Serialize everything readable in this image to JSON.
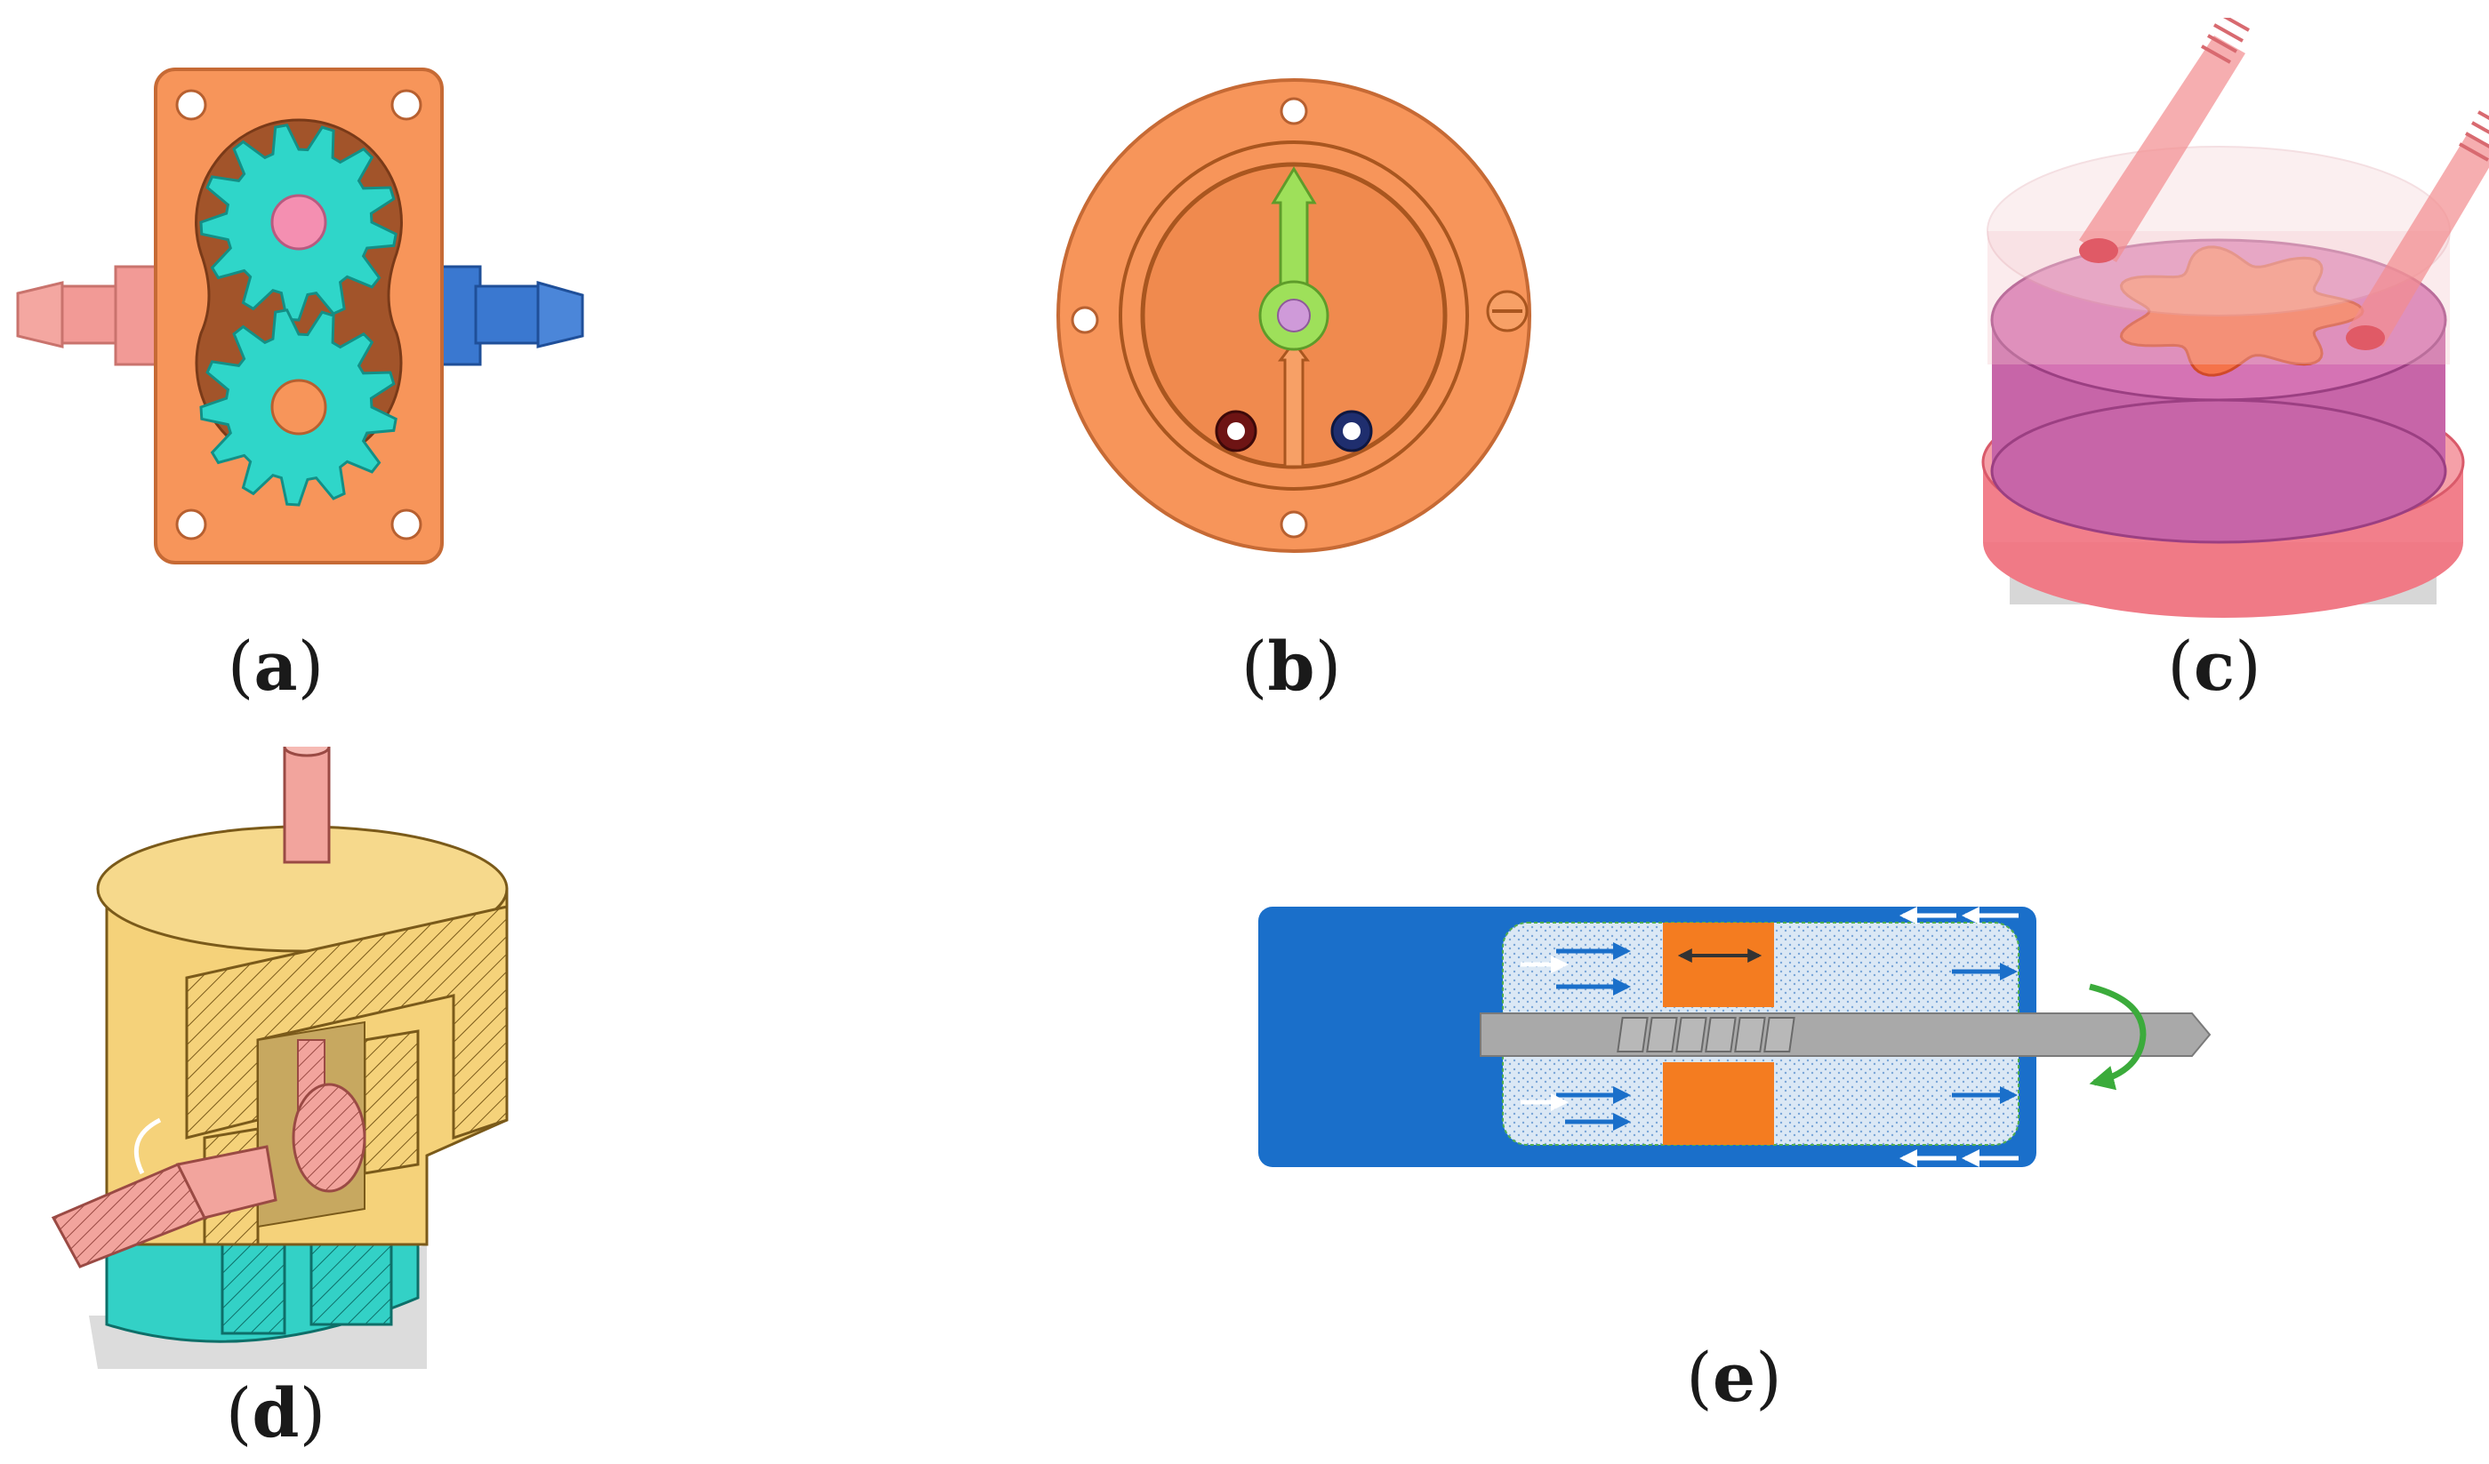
{
  "figure": {
    "panels": [
      {
        "id": "a",
        "caption_open": "(",
        "caption_letter": "a",
        "caption_close": ")"
      },
      {
        "id": "b",
        "caption_open": "(",
        "caption_letter": "b",
        "caption_close": ")"
      },
      {
        "id": "c",
        "caption_open": "(",
        "caption_letter": "c",
        "caption_close": ")"
      },
      {
        "id": "d",
        "caption_open": "(",
        "caption_letter": "d",
        "caption_close": ")"
      },
      {
        "id": "e",
        "caption_open": "(",
        "caption_letter": "e",
        "caption_close": ")"
      }
    ],
    "colors": {
      "housing_orange": "#f7955a",
      "gear_cyan": "#2fd6c9",
      "inlet_pink": "#f29a96",
      "outlet_blue": "#3a78d0",
      "lever_green": "#9ee05a",
      "rubber_pink": "#e8709a",
      "cap_yellow": "#f5d27a",
      "screw_housing_blue": "#1a6fca",
      "shaft_gray": "#a9a9a9",
      "rotation_green": "#3bab3b"
    }
  }
}
